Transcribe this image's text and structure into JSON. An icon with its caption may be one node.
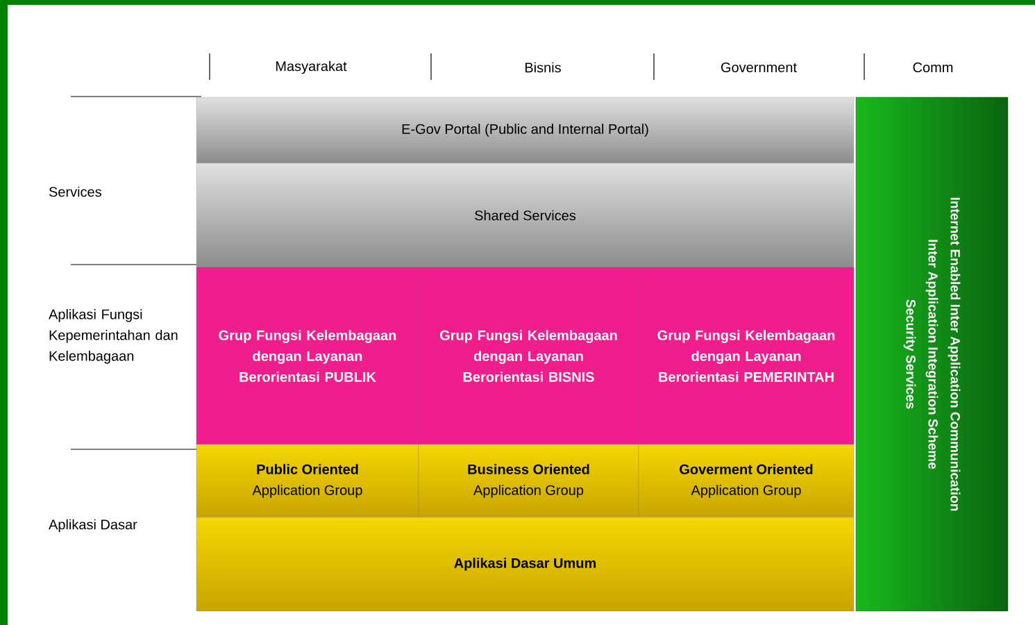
{
  "diagram": {
    "nodes": [
      {
        "text": [
          "E-Gov Portal (Public and Internal Portal)"
        ]
      },
      {
        "text": [
          "Shared Services"
        ]
      },
      {
        "text": [
          "Grup Fungsi Kelembagaan dengan Layanan Berorientasi PUBLIK"
        ]
      },
      {
        "text": [
          "Grup Fungsi Kelembagaan dengan Layanan Berorientasi BISNIS"
        ]
      },
      {
        "text": [
          "Grup Fungsi Kelembagaan dengan Layanan Berorientasi PEMERINTAH"
        ]
      },
      {
        "text": [
          "Public Oriented",
          "Application Group"
        ]
      },
      {
        "text": [
          "Business Oriented",
          "Application Group"
        ]
      },
      {
        "text": [
          "Goverment Oriented",
          "Application Group"
        ]
      },
      {
        "text": [
          "Aplikasi Dasar Umum"
        ]
      },
      {
        "text": [
          "Internet Enabled Inter Application Communication",
          "Inter Application Integration Scheme",
          "Security Services"
        ]
      }
    ],
    "labels": [
      "Masyarakat",
      "Bisnis",
      "Government",
      "Comm",
      "Services",
      "Aplikasi Fungsi Kepemerintahan dan Kelembagaan",
      "Aplikasi Dasar"
    ]
  }
}
